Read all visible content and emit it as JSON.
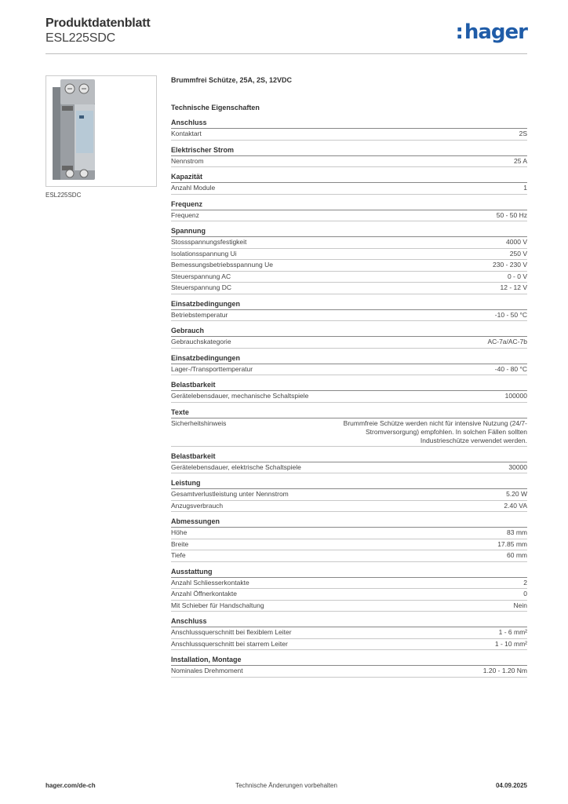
{
  "header": {
    "title": "Produktdatenblatt",
    "subtitle": "ESL225SDC",
    "logo": "hager",
    "logo_color": "#1f5ca8"
  },
  "product": {
    "image_caption": "ESL225SDC",
    "name": "Brummfrei Schütze, 25A, 2S, 12VDC"
  },
  "section_heading": "Technische Eigenschaften",
  "groups": [
    {
      "title": "Anschluss",
      "rows": [
        {
          "label": "Kontaktart",
          "value": "2S"
        }
      ]
    },
    {
      "title": "Elektrischer Strom",
      "rows": [
        {
          "label": "Nennstrom",
          "value": "25 A"
        }
      ]
    },
    {
      "title": "Kapazität",
      "rows": [
        {
          "label": "Anzahl Module",
          "value": "1"
        }
      ]
    },
    {
      "title": "Frequenz",
      "rows": [
        {
          "label": "Frequenz",
          "value": "50 - 50 Hz"
        }
      ]
    },
    {
      "title": "Spannung",
      "rows": [
        {
          "label": "Stossspannungsfestigkeit",
          "value": "4000 V"
        },
        {
          "label": "Isolationsspannung Ui",
          "value": "250 V"
        },
        {
          "label": "Bemessungsbetriebsspannung Ue",
          "value": "230 - 230 V"
        },
        {
          "label": "Steuerspannung AC",
          "value": "0 - 0 V"
        },
        {
          "label": "Steuerspannung DC",
          "value": "12 - 12 V"
        }
      ]
    },
    {
      "title": "Einsatzbedingungen",
      "rows": [
        {
          "label": "Betriebstemperatur",
          "value": "-10 - 50 °C"
        }
      ]
    },
    {
      "title": "Gebrauch",
      "rows": [
        {
          "label": "Gebrauchskategorie",
          "value": "AC-7a/AC-7b"
        }
      ]
    },
    {
      "title": "Einsatzbedingungen",
      "rows": [
        {
          "label": "Lager-/Transporttemperatur",
          "value": "-40 - 80 °C"
        }
      ]
    },
    {
      "title": "Belastbarkeit",
      "rows": [
        {
          "label": "Gerätelebensdauer, mechanische Schaltspiele",
          "value": "100000"
        }
      ]
    },
    {
      "title": "Texte",
      "rows": [
        {
          "label": "Sicherheitshinweis",
          "value": "Brummfreie Schütze werden nicht für intensive Nutzung (24/7-Stromversorgung) empfohlen. In solchen Fällen sollten Industrieschütze verwendet werden.",
          "multi": true
        }
      ]
    },
    {
      "title": "Belastbarkeit",
      "rows": [
        {
          "label": "Gerätelebensdauer, elektrische Schaltspiele",
          "value": "30000"
        }
      ]
    },
    {
      "title": "Leistung",
      "rows": [
        {
          "label": "Gesamtverlustleistung unter Nennstrom",
          "value": "5.20 W"
        },
        {
          "label": "Anzugsverbrauch",
          "value": "2.40 VA"
        }
      ]
    },
    {
      "title": "Abmessungen",
      "rows": [
        {
          "label": "Höhe",
          "value": "83 mm"
        },
        {
          "label": "Breite",
          "value": "17.85 mm"
        },
        {
          "label": "Tiefe",
          "value": "60 mm"
        }
      ]
    },
    {
      "title": "Ausstattung",
      "rows": [
        {
          "label": "Anzahl Schliesserkontakte",
          "value": "2"
        },
        {
          "label": "Anzahl Öffnerkontakte",
          "value": "0"
        },
        {
          "label": "Mit Schieber für Handschaltung",
          "value": "Nein"
        }
      ]
    },
    {
      "title": "Anschluss",
      "rows": [
        {
          "label": "Anschlussquerschnitt bei flexiblem Leiter",
          "value": "1 - 6 mm²"
        },
        {
          "label": "Anschlussquerschnitt bei starrem Leiter",
          "value": "1 - 10 mm²"
        }
      ]
    },
    {
      "title": "Installation, Montage",
      "rows": [
        {
          "label": "Nominales Drehmoment",
          "value": "1.20 - 1.20 Nm"
        }
      ]
    }
  ],
  "footer": {
    "website": "hager.com/de-ch",
    "note": "Technische Änderungen vorbehalten",
    "date": "04.09.2025"
  }
}
